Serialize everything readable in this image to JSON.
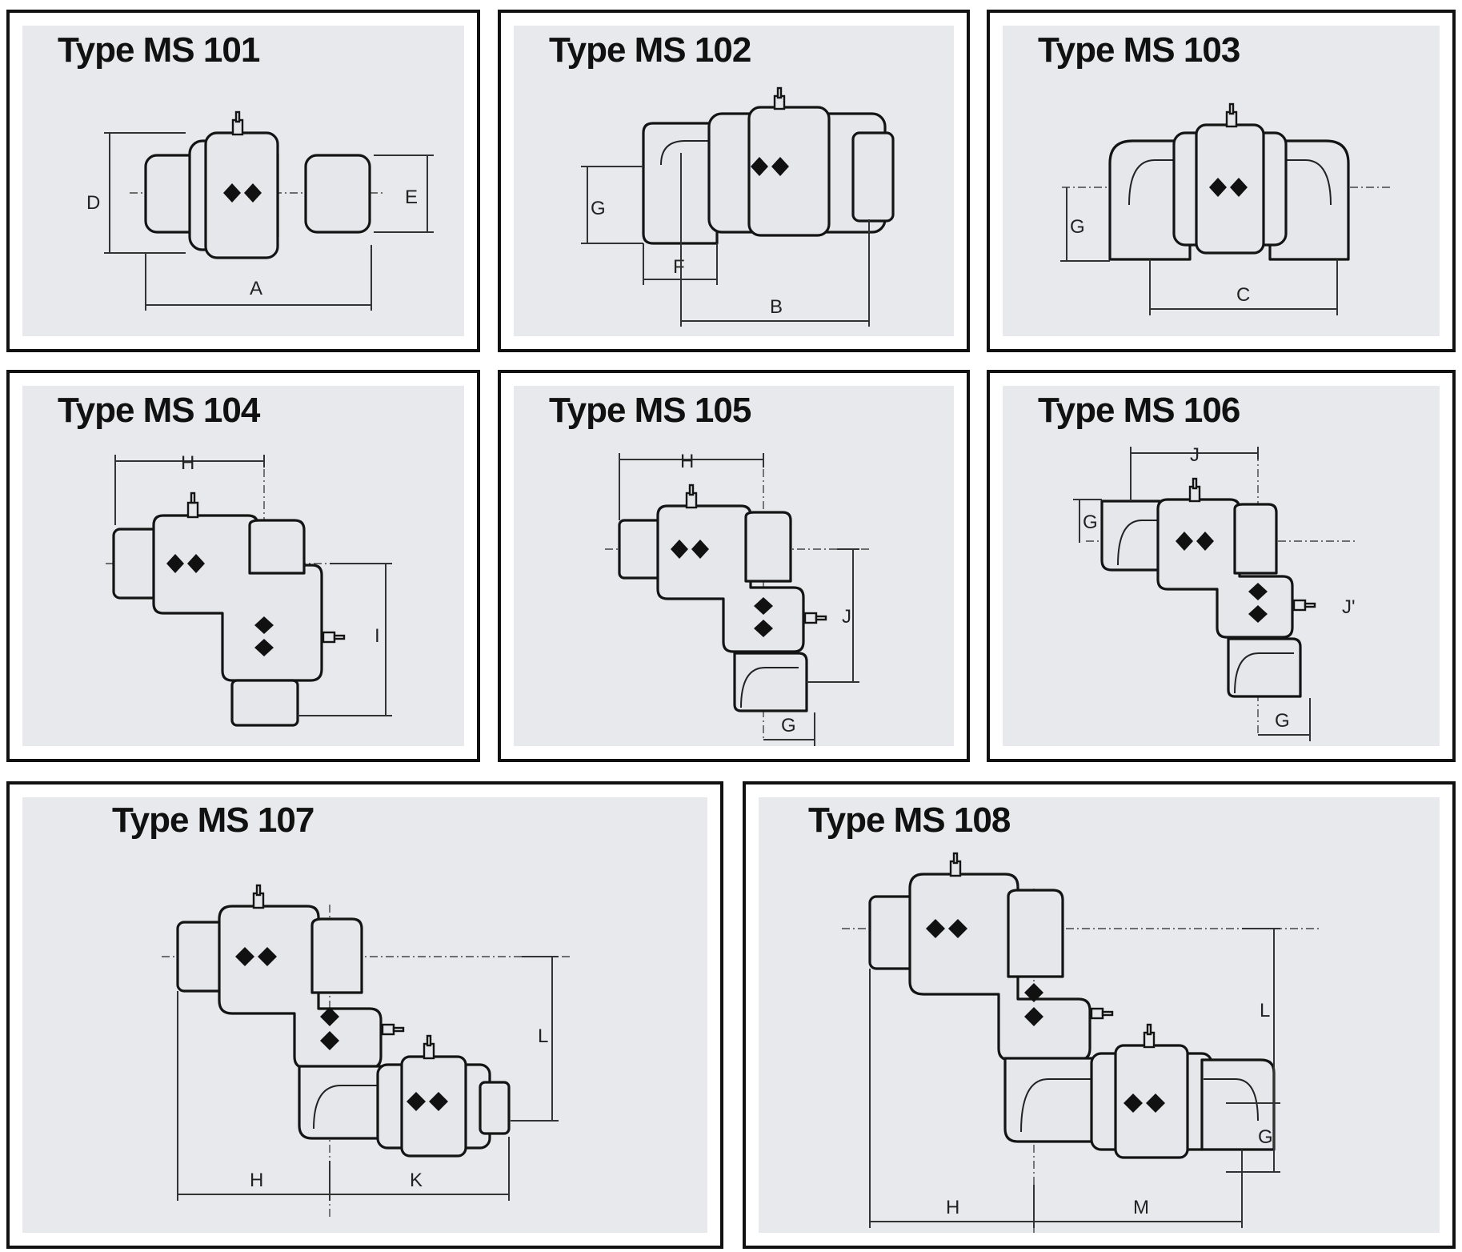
{
  "panels": {
    "ms101": {
      "title": "Type MS 101",
      "labels": [
        "D",
        "E",
        "A"
      ]
    },
    "ms102": {
      "title": "Type MS 102",
      "labels": [
        "G",
        "F",
        "B"
      ]
    },
    "ms103": {
      "title": "Type MS 103",
      "labels": [
        "G",
        "C"
      ]
    },
    "ms104": {
      "title": "Type MS 104",
      "labels": [
        "H",
        "I"
      ]
    },
    "ms105": {
      "title": "Type MS 105",
      "labels": [
        "H",
        "J",
        "G"
      ]
    },
    "ms106": {
      "title": "Type MS 106",
      "labels": [
        "J",
        "G",
        "J'",
        "G"
      ]
    },
    "ms107": {
      "title": "Type MS 107",
      "labels": [
        "L",
        "H",
        "K"
      ]
    },
    "ms108": {
      "title": "Type MS 108",
      "labels": [
        "L",
        "G",
        "H",
        "M"
      ]
    }
  },
  "colors": {
    "border": "#111111",
    "background": "#e8e9ec",
    "line": "#141414"
  }
}
